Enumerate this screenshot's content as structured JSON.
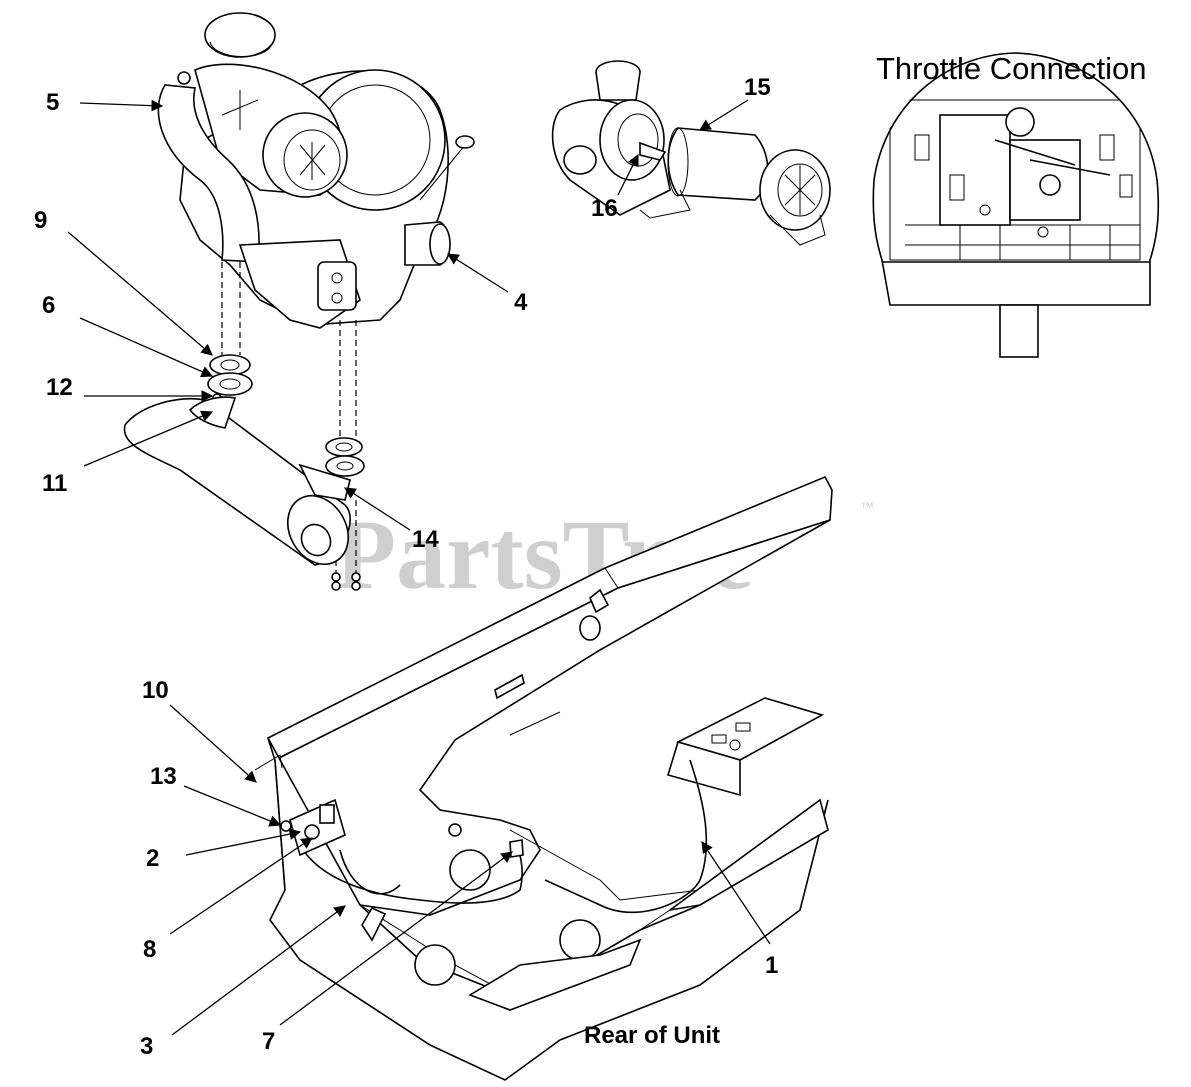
{
  "throttle_title": "Throttle Connection",
  "rear_label": "Rear of Unit",
  "watermark": "PartsTree",
  "watermark_tm": "™",
  "callouts": {
    "c1": "1",
    "c2": "2",
    "c3": "3",
    "c4": "4",
    "c5": "5",
    "c6": "6",
    "c7": "7",
    "c8": "8",
    "c9": "9",
    "c10": "10",
    "c11": "11",
    "c12": "12",
    "c13": "13",
    "c14": "14",
    "c15": "15",
    "c16": "16"
  }
}
